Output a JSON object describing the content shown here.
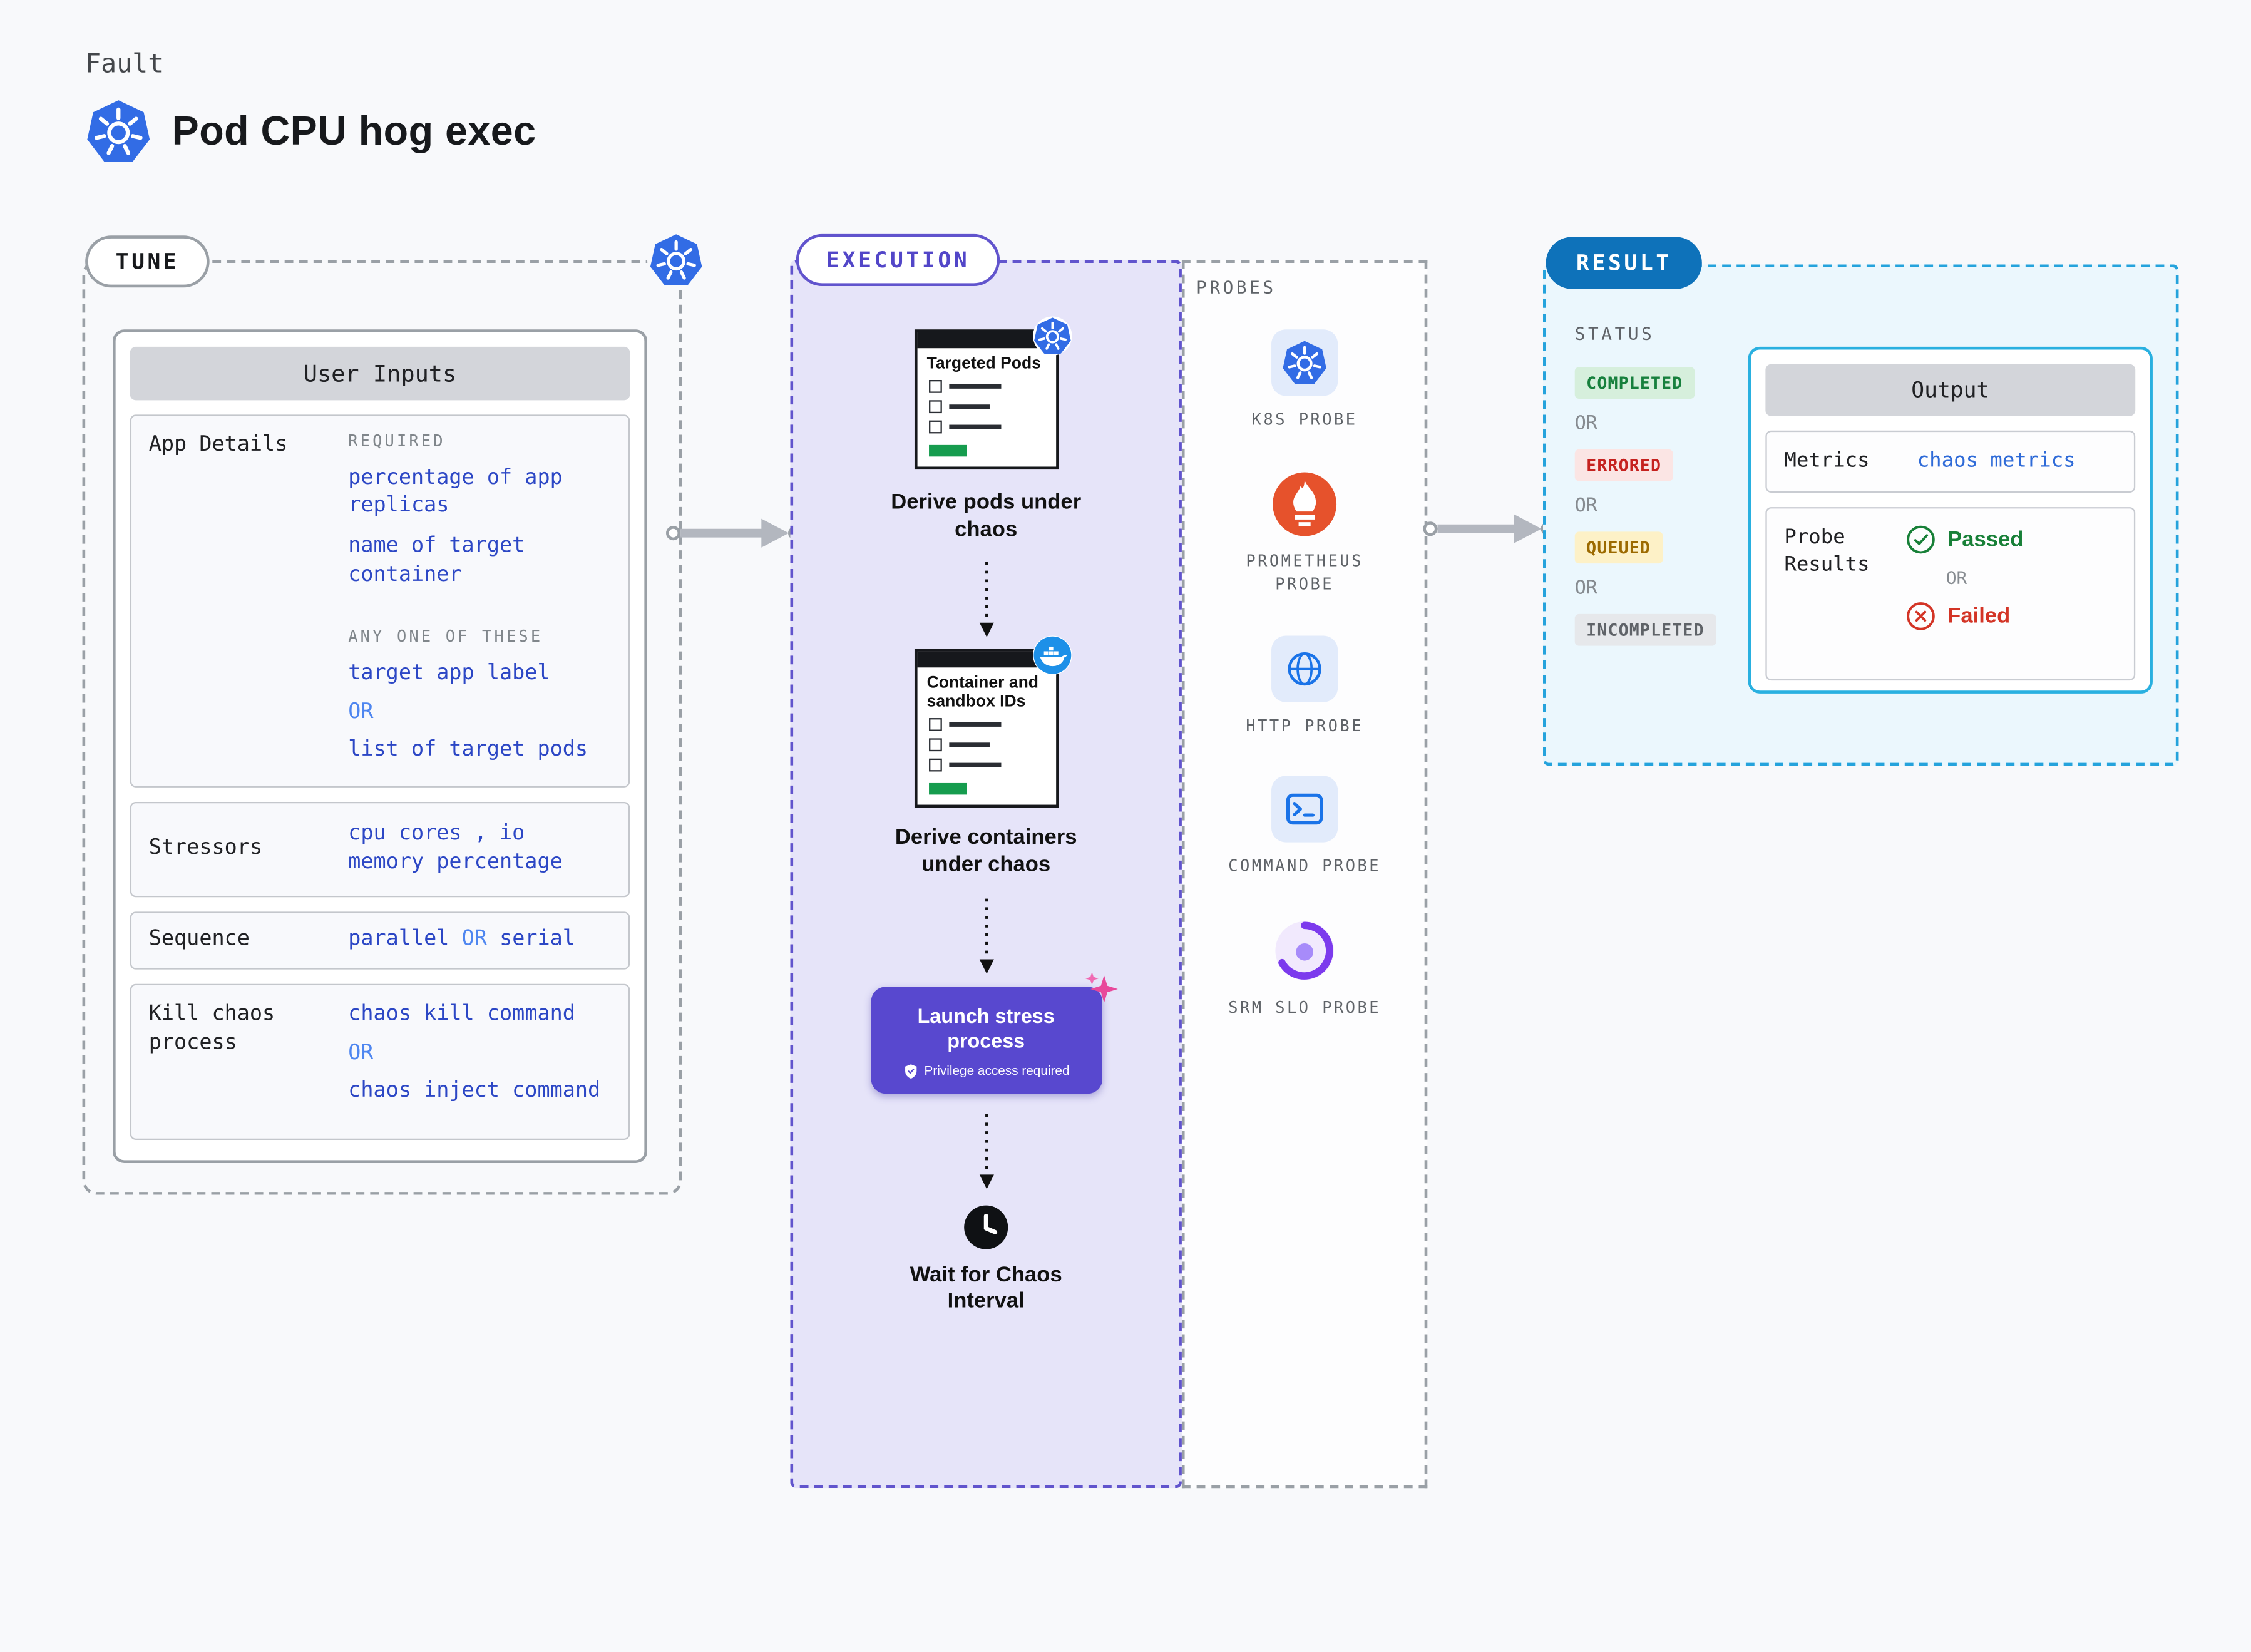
{
  "header": {
    "kicker": "Fault",
    "title": "Pod CPU hog exec"
  },
  "tune": {
    "pill": "TUNE",
    "card_title": "User Inputs",
    "app_details": {
      "label": "App Details",
      "required_heading": "REQUIRED",
      "required_items": [
        "percentage of app replicas",
        "name of target container"
      ],
      "any_one_heading": "ANY ONE OF THESE",
      "option_a": "target app label",
      "or": "OR",
      "option_b": "list of target pods"
    },
    "stressors": {
      "label": "Stressors",
      "value_lines": [
        "cpu cores , io",
        "memory percentage"
      ]
    },
    "sequence": {
      "label": "Sequence",
      "option_a": "parallel",
      "or": "OR",
      "option_b": "serial"
    },
    "kill_chaos": {
      "label": "Kill chaos process",
      "option_a": "chaos kill command",
      "or": "OR",
      "option_b": "chaos inject command"
    }
  },
  "execution": {
    "pill": "EXECUTION",
    "doc1": {
      "title": "Targeted Pods",
      "caption": "Derive pods under chaos"
    },
    "doc2": {
      "title": "Container and sandbox IDs",
      "caption": "Derive containers under chaos"
    },
    "stress_button": {
      "label": "Launch stress process",
      "sublabel": "Privilege access required"
    },
    "wait": {
      "caption": "Wait for Chaos Interval"
    }
  },
  "probes": {
    "heading": "PROBES",
    "items": [
      "K8S PROBE",
      "PROMETHEUS PROBE",
      "HTTP PROBE",
      "COMMAND PROBE",
      "SRM SLO PROBE"
    ]
  },
  "result": {
    "pill": "RESULT",
    "status_heading": "STATUS",
    "statuses": [
      "COMPLETED",
      "ERRORED",
      "QUEUED",
      "INCOMPLETED"
    ],
    "or": "OR",
    "output": {
      "title": "Output",
      "metrics_label": "Metrics",
      "metrics_value": "chaos metrics",
      "probe_results_label": "Probe Results",
      "passed": "Passed",
      "or": "OR",
      "failed": "Failed"
    }
  },
  "colors": {
    "k8s_blue": "#326ce5",
    "execution_purple": "#5848cf",
    "result_blue": "#0e72ba",
    "output_border": "#29b0e0",
    "code_blue": "#2c47c5",
    "or_blue": "#4e86f0",
    "success_green": "#188038",
    "error_red": "#d33426",
    "queued_yellow": "#9c6a00",
    "prometheus_orange": "#e6522c",
    "docker_blue": "#1d90e8",
    "muted_gray": "#5f6368"
  },
  "icons": {
    "kubernetes-icon": "blue heptagon with white helm wheel",
    "docker-icon": "blue whale badge",
    "prometheus-icon": "orange torch",
    "globe-icon": "blue globe",
    "terminal-icon": "blue terminal >_",
    "srm-slo-icon": "purple swirl",
    "clock-icon": "black clock",
    "shield-icon": "white shield",
    "sparkle-icon": "pink sparkle",
    "check-circle-icon": "green check circle",
    "x-circle-icon": "red x circle"
  }
}
